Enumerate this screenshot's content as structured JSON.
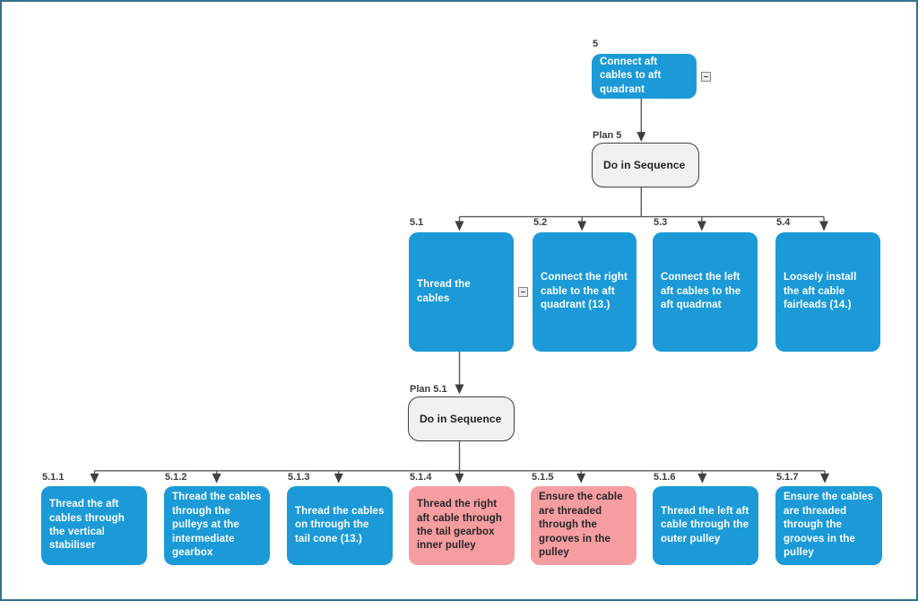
{
  "diagram": {
    "title_context": "Hierarchical task analysis chart",
    "colors": {
      "task_blue": "#1b9ad7",
      "task_pink": "#f59da0",
      "plan_fill": "#f1f1f1",
      "plan_border": "#3f3f3f",
      "connector": "#595959",
      "canvas_border": "#33708f"
    },
    "icons": {
      "collapse": "minus-in-square"
    },
    "nodes": {
      "n5": {
        "label": "5",
        "text": "Connect aft cables to aft quadrant"
      },
      "plan5": {
        "label": "Plan 5",
        "text": "Do in Sequence"
      },
      "n5_1": {
        "label": "5.1",
        "text": "Thread the cables"
      },
      "n5_2": {
        "label": "5.2",
        "text": "Connect the right cable to the aft quadrant (13.)"
      },
      "n5_3": {
        "label": "5.3",
        "text": "Connect the left aft cables to the aft quadrnat"
      },
      "n5_4": {
        "label": "5.4",
        "text": "Loosely install the aft cable fairleads (14.)"
      },
      "plan5_1": {
        "label": "Plan 5.1",
        "text": "Do in Sequence"
      },
      "n5_1_1": {
        "label": "5.1.1",
        "text": "Thread the aft cables through the vertical stabiliser"
      },
      "n5_1_2": {
        "label": "5.1.2",
        "text": "Thread the cables through the pulleys at the intermediate gearbox"
      },
      "n5_1_3": {
        "label": "5.1.3",
        "text": "Thread the cables on through the tail cone (13.)"
      },
      "n5_1_4": {
        "label": "5.1.4",
        "text": "Thread the right aft cable through the tail gearbox inner pulley"
      },
      "n5_1_5": {
        "label": "5.1.5",
        "text": "Ensure the cable are threaded through the grooves in the pulley"
      },
      "n5_1_6": {
        "label": "5.1.6",
        "text": "Thread the left aft cable through the outer pulley"
      },
      "n5_1_7": {
        "label": "5.1.7",
        "text": "Ensure the cables are threaded through the grooves in the pulley"
      }
    }
  }
}
